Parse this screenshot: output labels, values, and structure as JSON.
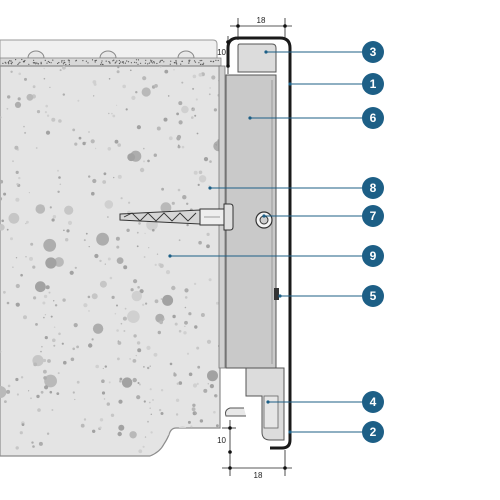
{
  "diagram": {
    "dimensions": {
      "top_width": "18",
      "top_gap": "10",
      "bottom_gap": "10",
      "bottom_width": "18"
    },
    "callouts": [
      {
        "id": "callout-3",
        "number": "3"
      },
      {
        "id": "callout-1",
        "number": "1"
      },
      {
        "id": "callout-6",
        "number": "6"
      },
      {
        "id": "callout-8",
        "number": "8"
      },
      {
        "id": "callout-7",
        "number": "7"
      },
      {
        "id": "callout-9",
        "number": "9"
      },
      {
        "id": "callout-5",
        "number": "5"
      },
      {
        "id": "callout-4",
        "number": "4"
      },
      {
        "id": "callout-2",
        "number": "2"
      }
    ],
    "colors": {
      "concrete": "#e4e4e4",
      "callout_fill": "#1d5f86",
      "profile_outline": "#1a1a1a",
      "board": "#c9c9c9"
    }
  }
}
